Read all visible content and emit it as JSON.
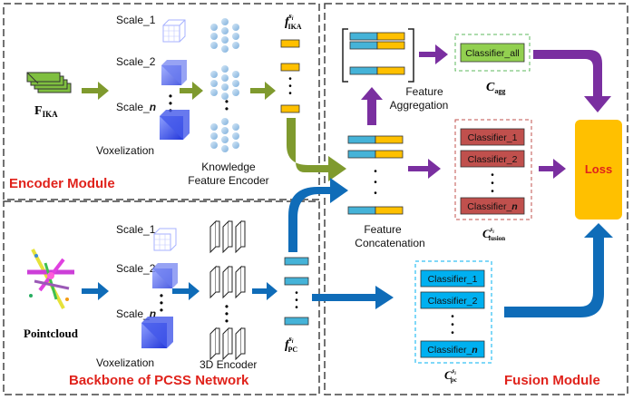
{
  "modules": {
    "encoder": "Encoder Module",
    "backbone": "Backbone of PCSS Network",
    "fusion": "Fusion Module"
  },
  "encoder": {
    "input_label_main": "F",
    "input_label_sub": "IKA",
    "scale_1": "Scale_1",
    "scale_2": "Scale_2",
    "scale_n_prefix": "Scale_",
    "scale_n_var": "n",
    "voxelization": "Voxelization",
    "kfe_line1": "Knowledge",
    "kfe_line2": "Feature Encoder",
    "feature_main": "f",
    "feature_sup": "s",
    "feature_supsub": "i",
    "feature_sub": "IKA"
  },
  "backbone": {
    "input_label": "Pointcloud",
    "scale_1": "Scale_1",
    "scale_2": "Scale_2",
    "scale_n_prefix": "Scale_",
    "scale_n_var": "n",
    "voxelization": "Voxelization",
    "encoder_3d": "3D Encoder",
    "feature_main": "f",
    "feature_sup": "s",
    "feature_supsub": "i",
    "feature_sub": "PC"
  },
  "fusion": {
    "aggregation_line1": "Feature",
    "aggregation_line2": "Aggregation",
    "concatenation_line1": "Feature",
    "concatenation_line2": "Concatenation",
    "classifier_all": "Classifier_all",
    "c_agg_main": "C",
    "c_agg_sub": "agg",
    "fusion_classifiers": [
      "Classifier_1",
      "Classifier_2"
    ],
    "fusion_classifier_n_prefix": "Classifier_",
    "fusion_classifier_n_var": "n",
    "c_fusion_main": "C",
    "c_fusion_sup": "s",
    "c_fusion_supsub": "i",
    "c_fusion_sub": "fusion",
    "pc_classifiers": [
      "Classifier_1",
      "Classifier_2"
    ],
    "pc_classifier_n_prefix": "Classifier_",
    "pc_classifier_n_var": "n",
    "c_pc_main": "C",
    "c_pc_sup": "s",
    "c_pc_supsub": "i",
    "c_pc_sub": "pc",
    "loss": "Loss"
  },
  "colors": {
    "encoder_arrow": "#7f9a2e",
    "backbone_arrow": "#0f6cb8",
    "aggregation_arrow": "#7a2fa0",
    "module_title": "#e0221b",
    "feature_yellow": "#ffc000",
    "feature_blue": "#45b3d8",
    "classifier_green": "#92d050",
    "classifier_red": "#c0504d",
    "classifier_blue": "#00b0f0",
    "loss_box": "#ffc000",
    "voxel_blue": "#3a4fe0"
  }
}
